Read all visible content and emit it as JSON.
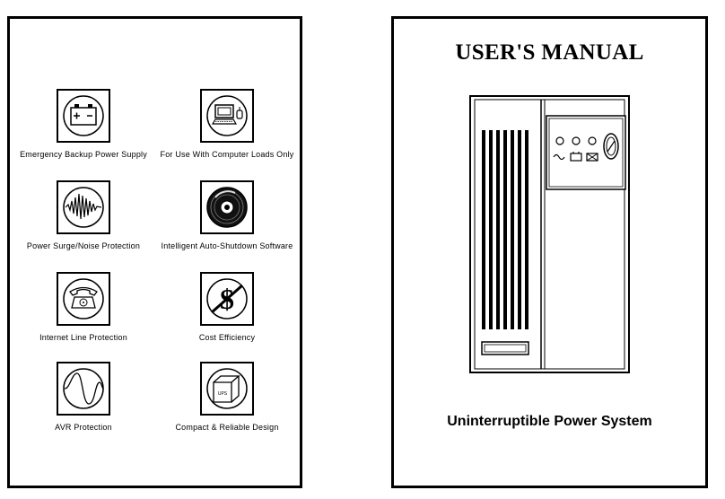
{
  "left_page": {
    "features": [
      {
        "label": "Emergency Backup Power Supply",
        "icon": "battery-icon"
      },
      {
        "label": "For Use With Computer Loads Only",
        "icon": "computer-icon"
      },
      {
        "label": "Power Surge/Noise Protection",
        "icon": "surge-wave-icon"
      },
      {
        "label": "Intelligent Auto-Shutdown Software",
        "icon": "cd-disc-icon"
      },
      {
        "label": "Internet Line Protection",
        "icon": "telephone-icon"
      },
      {
        "label": "Cost Efficiency",
        "icon": "dollar-icon"
      },
      {
        "label": "AVR Protection",
        "icon": "sine-wave-icon"
      },
      {
        "label": "Compact & Reliable Design",
        "icon": "ups-box-icon"
      }
    ],
    "ups_box_text": "UPS"
  },
  "right_page": {
    "title": "USER'S MANUAL",
    "subtitle": "Uninterruptible Power System"
  }
}
